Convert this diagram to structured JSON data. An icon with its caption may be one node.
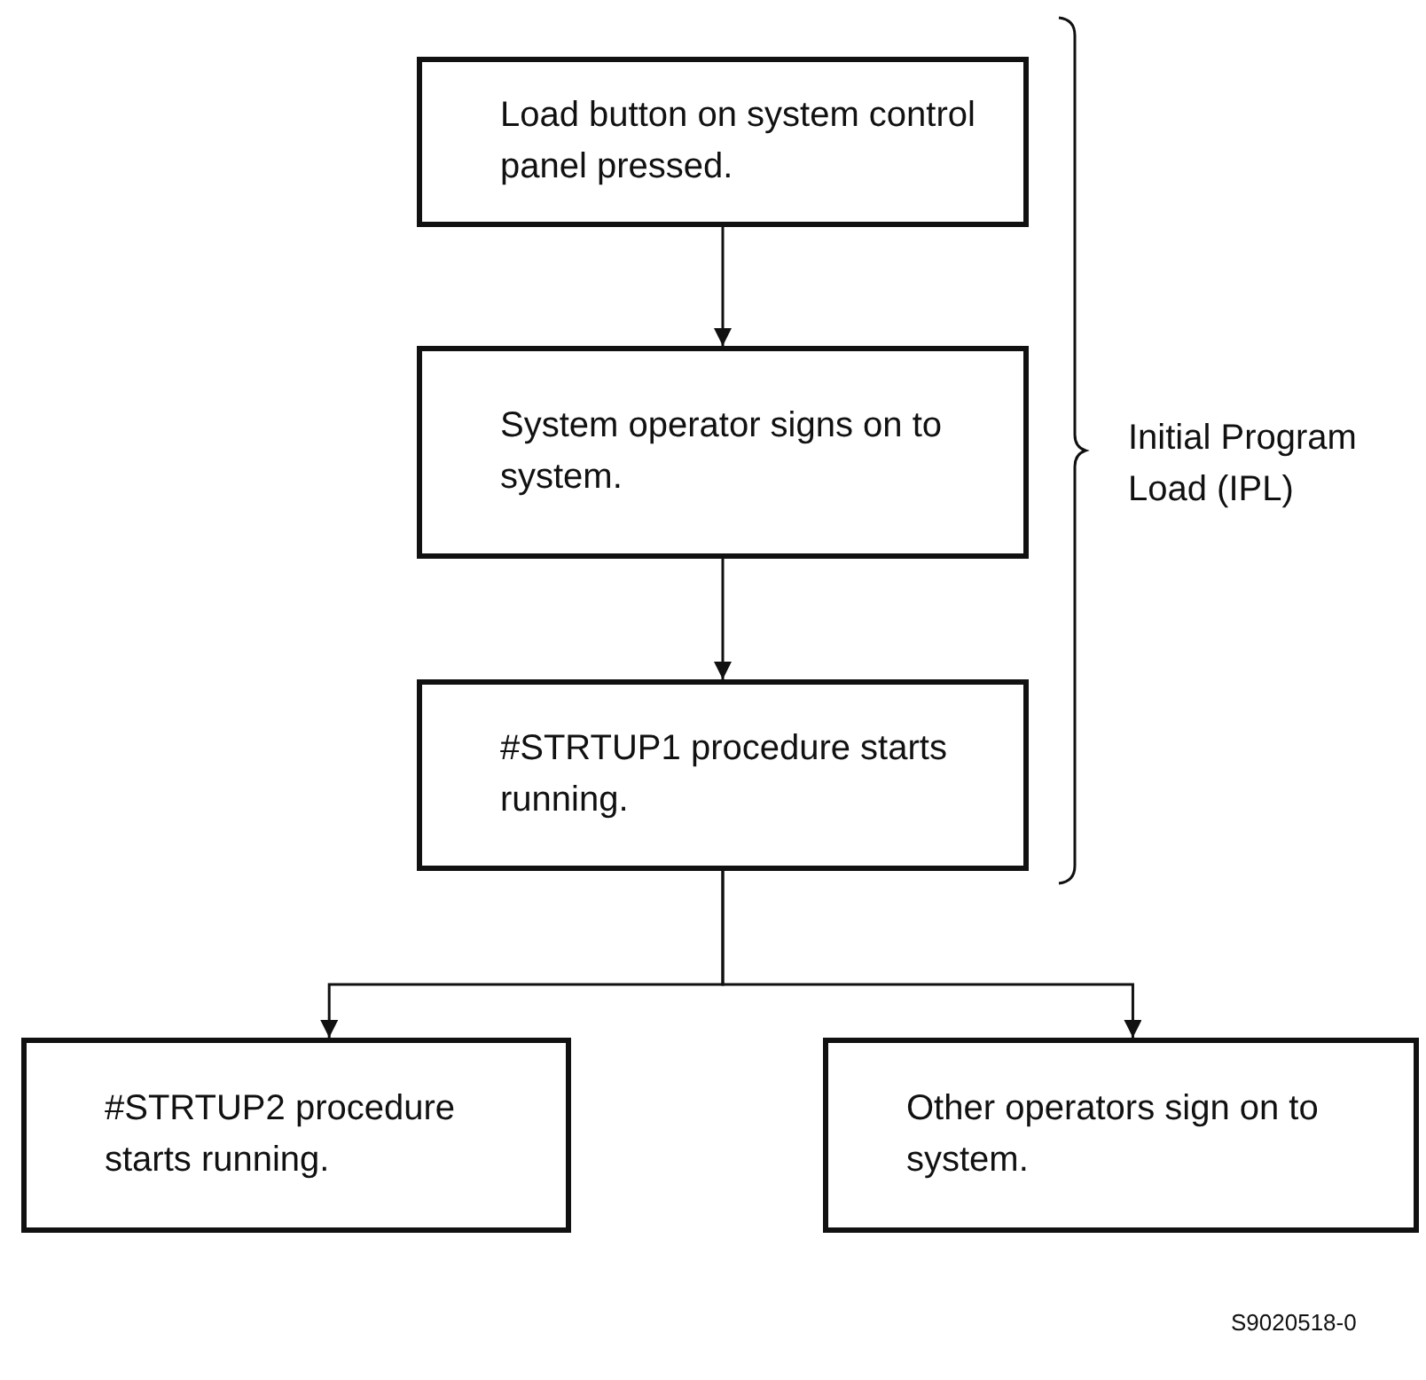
{
  "diagram": {
    "nodes": [
      {
        "text": [
          "Load button on system control panel pressed."
        ]
      },
      {
        "text": [
          "System operator signs on to system."
        ]
      },
      {
        "text": [
          "#STRTUP1 procedure starts running."
        ]
      },
      {
        "text": [
          "#STRTUP2 procedure starts running."
        ]
      },
      {
        "text": [
          "Other operators sign on to system."
        ]
      }
    ],
    "edges": [
      {
        "from": 0,
        "to": 1,
        "arrow": "to"
      },
      {
        "from": 1,
        "to": 2,
        "arrow": "to"
      },
      {
        "from": 2,
        "to": 3,
        "arrow": "to"
      },
      {
        "from": 2,
        "to": 4,
        "arrow": "to"
      }
    ],
    "labels": [
      "Initial Program Load (IPL)",
      "S9020518-0"
    ]
  }
}
